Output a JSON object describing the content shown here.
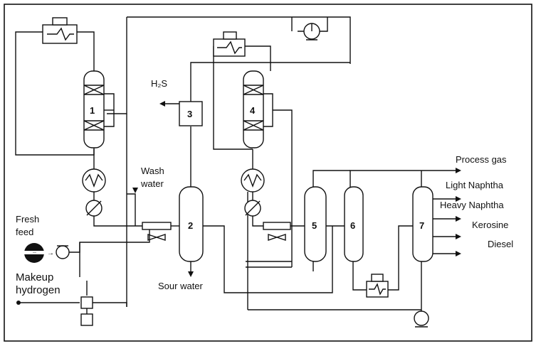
{
  "labels": {
    "fresh_feed": [
      "Fresh",
      "feed"
    ],
    "makeup_hydrogen": [
      "Makeup",
      "hydrogen"
    ],
    "wash_water": [
      "Wash",
      "water"
    ],
    "h2s": "H₂S",
    "sour_water": "Sour water",
    "logo_text": "— "
  },
  "units": [
    "1",
    "2",
    "3",
    "4",
    "5",
    "6",
    "7"
  ],
  "products": [
    "Process gas",
    "Light Naphtha",
    "Heavy Naphtha",
    "Kerosine",
    "Diesel"
  ]
}
